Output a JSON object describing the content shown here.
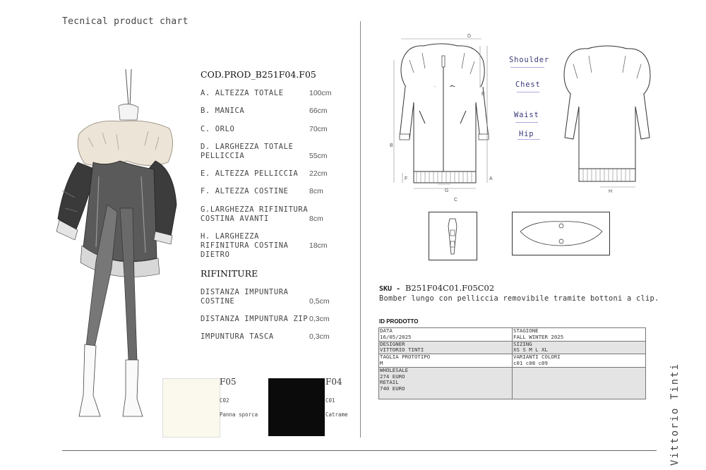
{
  "header": {
    "title": "Tecnical product chart"
  },
  "designer": {
    "name": "Vittorio Tinti"
  },
  "specs": {
    "code_title": "COD.PROD_B251F04.F05",
    "rows": [
      {
        "label": "A. ALTEZZA TOTALE",
        "value": "100cm"
      },
      {
        "label": "B. MANICA",
        "value": "66cm"
      },
      {
        "label": "C. ORLO",
        "value": "70cm"
      },
      {
        "label": "D. LARGHEZZA TOTALE PELLICCIA",
        "value": "55cm"
      },
      {
        "label": "E. ALTEZZA PELLICCIA",
        "value": "22cm"
      },
      {
        "label": "F. ALTEZZA COSTINE",
        "value": "8cm"
      },
      {
        "label": "G.LARGHEZZA RIFINITURA COSTINA AVANTI",
        "value": "8cm"
      },
      {
        "label": "H. LARGHEZZA RIFINITURA COSTINA DIETRO",
        "value": "18cm"
      }
    ]
  },
  "rifiniture": {
    "title": "RIFINITURE",
    "rows": [
      {
        "label": "DISTANZA IMPUNTURA COSTINE",
        "value": "0,5cm"
      },
      {
        "label": "DISTANZA IMPUNTURA ZIP",
        "value": "0,3cm"
      },
      {
        "label": "IMPUNTURA TASCA",
        "value": "0,3cm"
      }
    ]
  },
  "swatches": [
    {
      "code": "F05",
      "color_code": "C02",
      "color_name": "Panna sporca",
      "hex": "#fbf9ee"
    },
    {
      "code": "F04",
      "color_code": "C01",
      "color_name": "Catrame",
      "hex": "#0b0b0b"
    }
  ],
  "flat_labels": {
    "A": "A",
    "B": "B",
    "C": "C",
    "D": "D",
    "E": "E",
    "F": "F",
    "G": "G",
    "H": "H"
  },
  "measurements": [
    "Shoulder",
    "Chest",
    "Waist",
    "Hip"
  ],
  "sku": {
    "prefix": "SKU -",
    "value": "B251F04C01.F05C02",
    "description": "Bomber lungo con pelliccia removibile tramite bottoni a clip."
  },
  "id_prodotto": {
    "title": "ID PRODOTTO",
    "rows": [
      {
        "left_label": "DATA",
        "left_value": "16/05/2025",
        "right_label": "STAGIONE",
        "right_value": "FALL WINTER 2025",
        "shade": false
      },
      {
        "left_label": "DESIGNER",
        "left_value": "VITTORIO TINTI",
        "right_label": "SIZING",
        "right_value": "XS S M L XL",
        "shade": true
      },
      {
        "left_label": "TAGLIA PROTOTIPO",
        "left_value": "M",
        "right_label": "VARIANTI COLORI",
        "right_value": "c01 c08 c09",
        "shade": false
      },
      {
        "left_label": "WHOLESALE",
        "left_value": "274 EURO",
        "left_label2": "RETAIL",
        "left_value2": "740 EURO",
        "right_label": "",
        "right_value": "",
        "shade": true
      }
    ]
  },
  "colors": {
    "accent_label": "#3a3a7a",
    "underline": "#b0a8e0"
  }
}
